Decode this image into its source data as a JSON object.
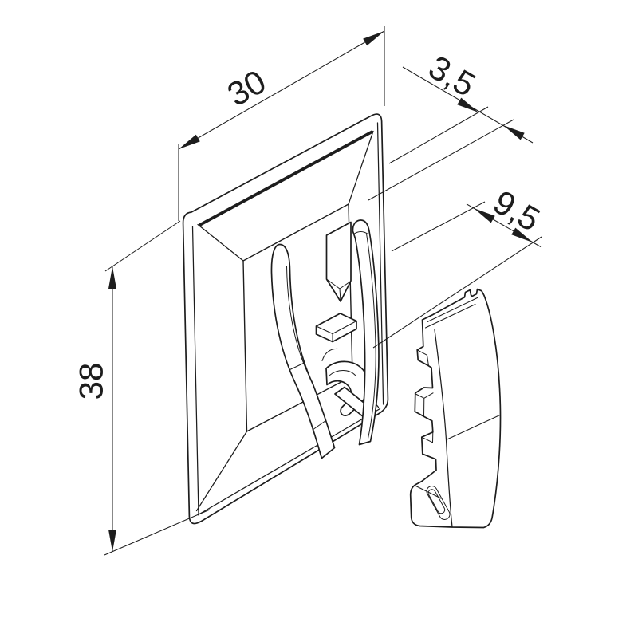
{
  "drawing": {
    "line_color": "#1d1d1d",
    "background_color": "#ffffff",
    "dimension_labels": {
      "width": "30",
      "lip": "3,5",
      "depth": "9,5",
      "height": "38"
    }
  }
}
